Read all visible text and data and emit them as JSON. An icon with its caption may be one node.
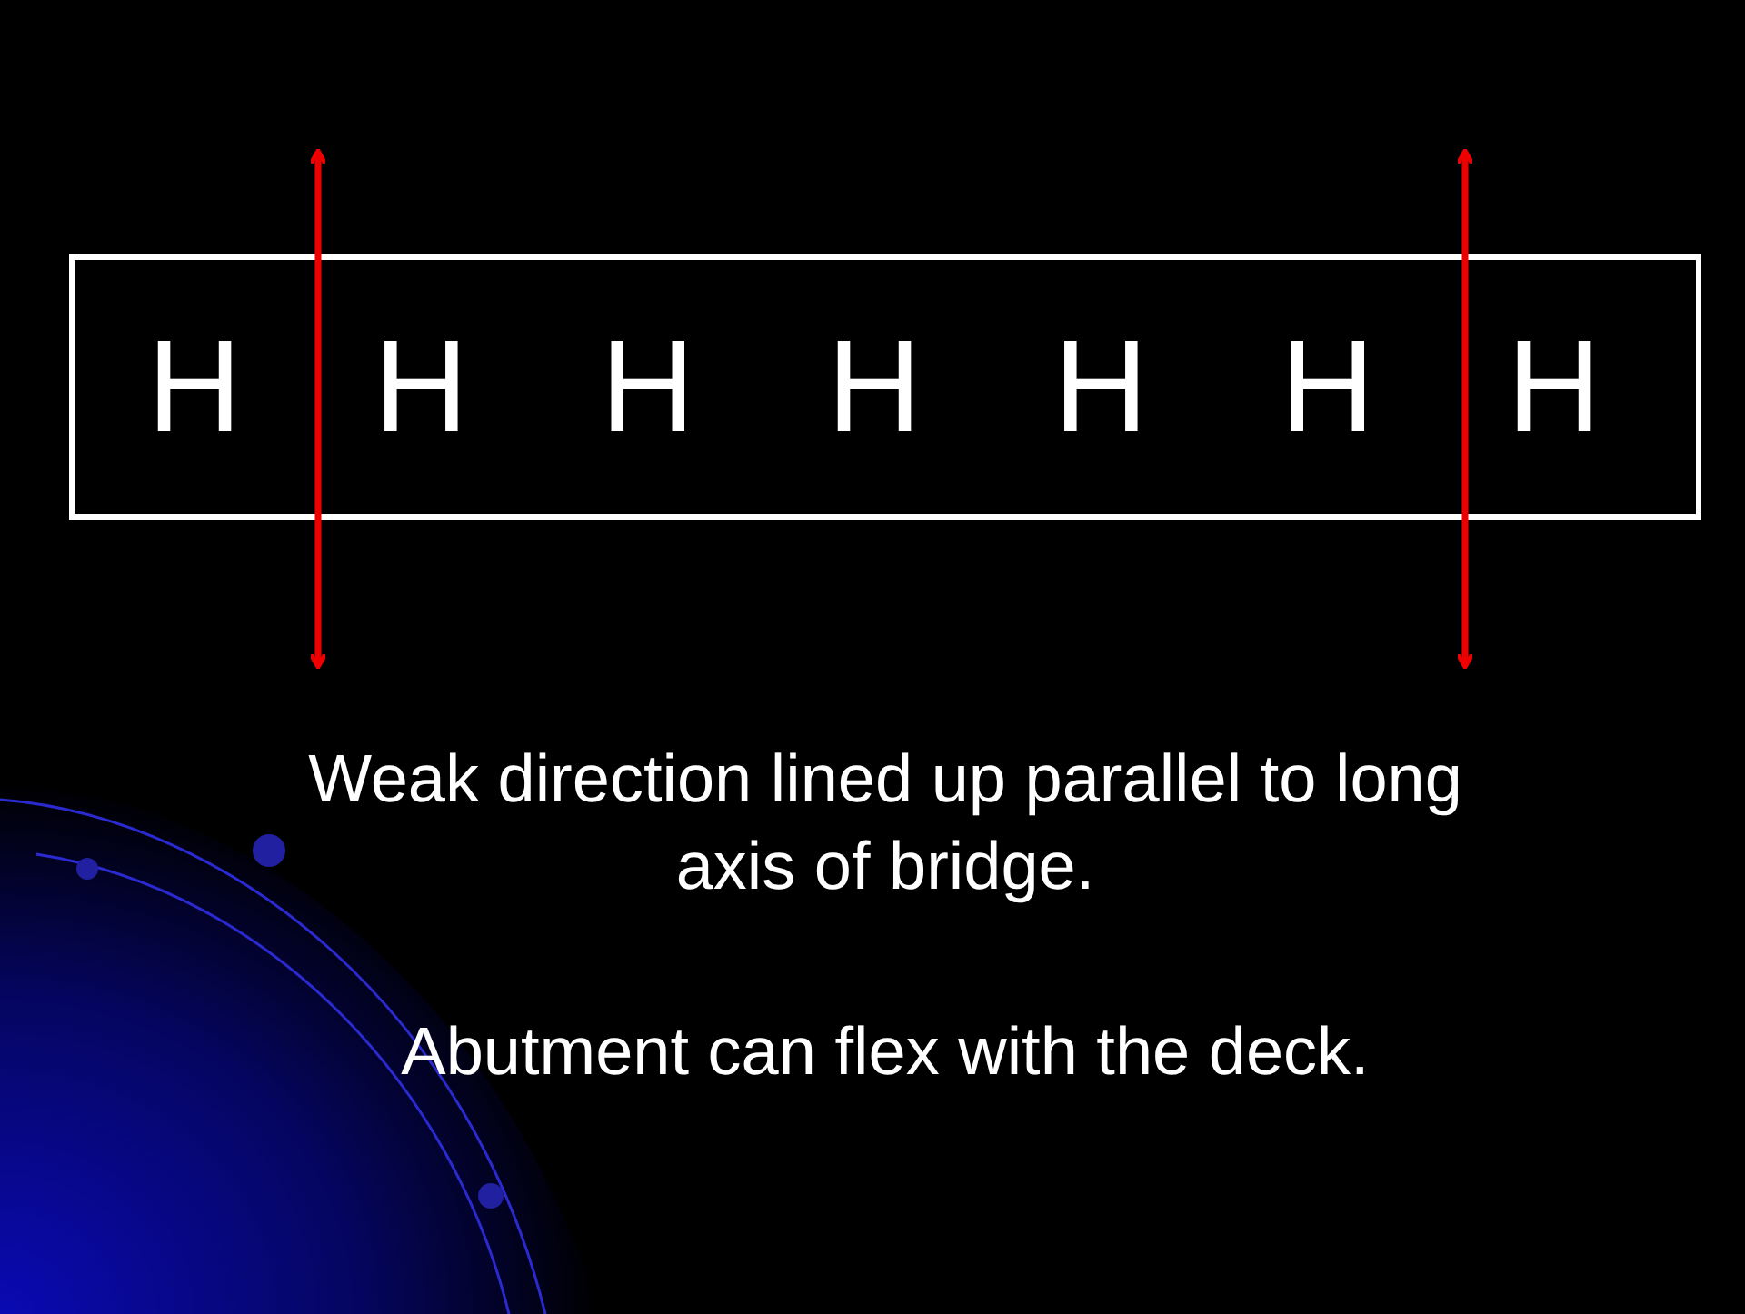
{
  "diagram": {
    "nodes": [
      {
        "text": [
          "H",
          "H",
          "H",
          "H",
          "H",
          "H",
          "H"
        ]
      }
    ],
    "labels": [
      "Weak direction lined up parallel to long axis of bridge.",
      "Abutment can flex with the deck."
    ]
  }
}
